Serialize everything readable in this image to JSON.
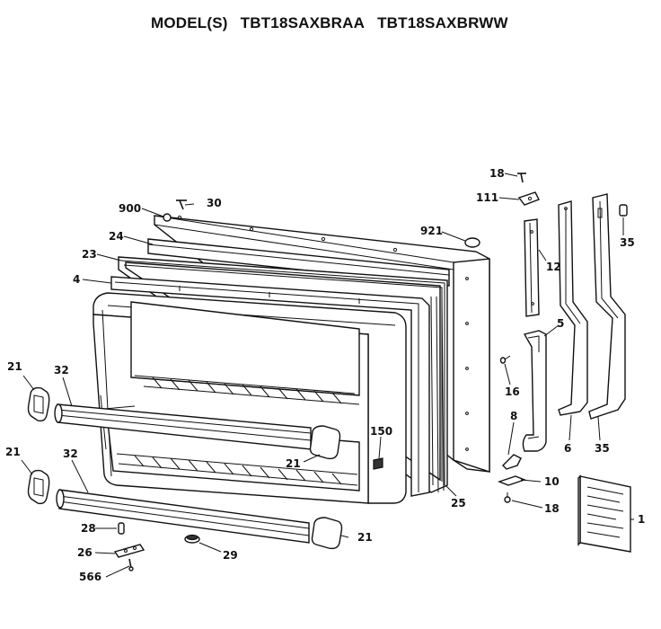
{
  "header": {
    "prefix": "MODEL(S)",
    "models": [
      "TBT18SAXBRAA",
      "TBT18SAXBRWW"
    ]
  },
  "parts": {
    "p900": "900",
    "p30": "30",
    "p24": "24",
    "p23": "23",
    "p4": "4",
    "p921": "921",
    "p18a": "18",
    "p111": "111",
    "p12": "12",
    "p35a": "35",
    "p5": "5",
    "p16": "16",
    "p8": "8",
    "p10": "10",
    "p18b": "18",
    "p6": "6",
    "p35b": "35",
    "p150": "150",
    "p21a": "21",
    "p21b": "21",
    "p21c": "21",
    "p21d": "21",
    "p32a": "32",
    "p32b": "32",
    "p25": "25",
    "p28": "28",
    "p26": "26",
    "p29": "29",
    "p566": "566",
    "p1": "1"
  }
}
